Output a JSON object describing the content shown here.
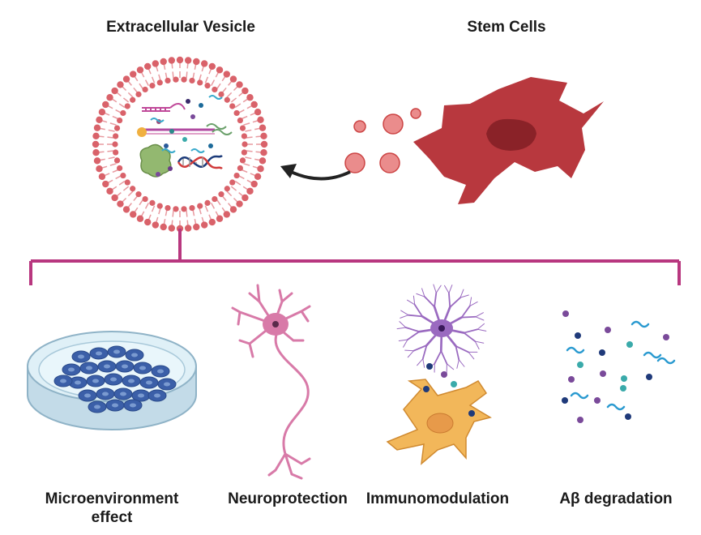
{
  "labels": {
    "extracellular_vesicle": "Extracellular Vesicle",
    "stem_cells": "Stem Cells",
    "microenvironment_line1": "Microenvironment",
    "microenvironment_line2": "effect",
    "neuroprotection": "Neuroprotection",
    "immunomodulation": "Immunomodulation",
    "abeta_degradation": "Aβ degradation"
  },
  "colors": {
    "membrane_head": "#d9626a",
    "membrane_tail": "#e89aa0",
    "stem_cell_body": "#b8383e",
    "stem_cell_nucleus": "#8a2228",
    "bracket": "#b8377f",
    "neuron": "#d87aa8",
    "microglia": "#9a6ac0",
    "astrocyte": "#f2b75a",
    "petri_cell": "#3b5fa8",
    "petri_dish": "#cfe3ef",
    "arrow": "#222222"
  }
}
